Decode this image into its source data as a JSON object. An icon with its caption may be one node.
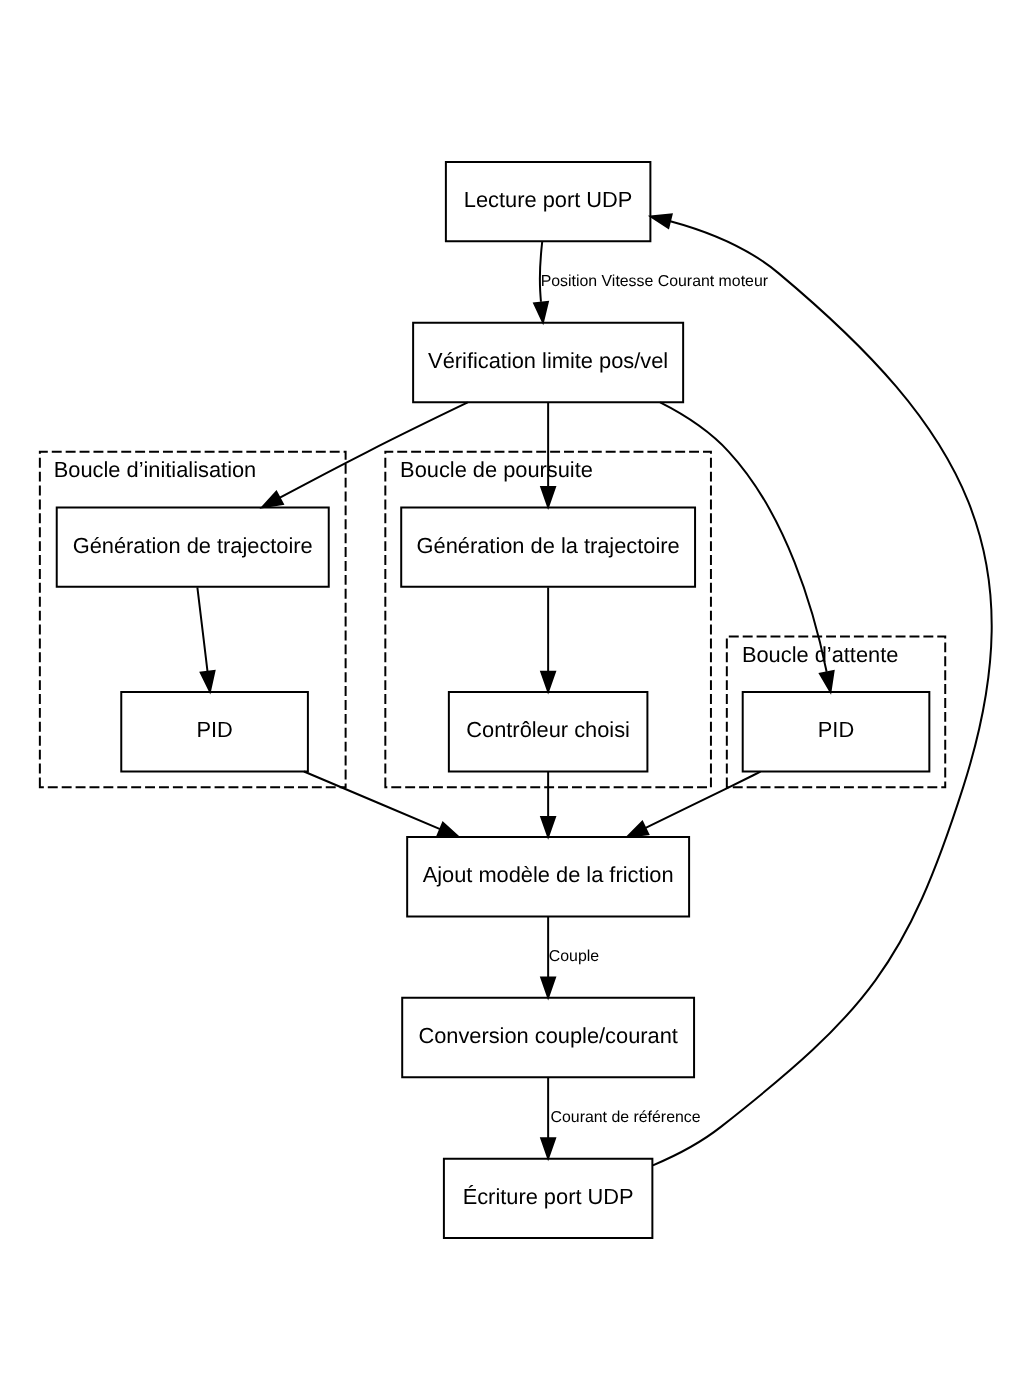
{
  "diagram": {
    "nodes": [
      {
        "text": [
          "Lecture port UDP"
        ]
      },
      {
        "text": [
          "Vérification limite pos/vel"
        ]
      },
      {
        "text": [
          "Boucle d’initialisation"
        ]
      },
      {
        "text": [
          "Génération de trajectoire"
        ],
        "in": 2
      },
      {
        "text": [
          "PID"
        ],
        "in": 2
      },
      {
        "text": [
          "Boucle d’attente"
        ]
      },
      {
        "text": [
          "PID"
        ],
        "in": 5
      },
      {
        "text": [
          "Boucle de poursuite"
        ]
      },
      {
        "text": [
          "Génération de la trajectoire"
        ],
        "in": 7
      },
      {
        "text": [
          "Contrôleur choisi"
        ],
        "in": 7
      },
      {
        "text": [
          "Ajout modèle de la friction"
        ]
      },
      {
        "text": [
          "Conversion couple/courant"
        ]
      },
      {
        "text": [
          "Écriture port UDP"
        ]
      }
    ],
    "edges": [
      {
        "from": 0,
        "to": 1,
        "arrow": "to",
        "label": "Position Vitesse Courant moteur"
      },
      {
        "from": 1,
        "to": 3,
        "arrow": "to"
      },
      {
        "from": 1,
        "to": 6,
        "arrow": "to"
      },
      {
        "from": 1,
        "to": 8,
        "arrow": "to"
      },
      {
        "from": 3,
        "to": 4,
        "arrow": "to"
      },
      {
        "from": 8,
        "to": 9,
        "arrow": "to"
      },
      {
        "from": 4,
        "to": 10,
        "arrow": "to"
      },
      {
        "from": 6,
        "to": 10,
        "arrow": "to"
      },
      {
        "from": 9,
        "to": 10,
        "arrow": "to"
      },
      {
        "from": 10,
        "to": 11,
        "arrow": "to",
        "label": "Couple"
      },
      {
        "from": 11,
        "to": 12,
        "arrow": "to",
        "label": "Courant de référence"
      },
      {
        "from": 12,
        "to": 0,
        "arrow": "to"
      }
    ]
  }
}
